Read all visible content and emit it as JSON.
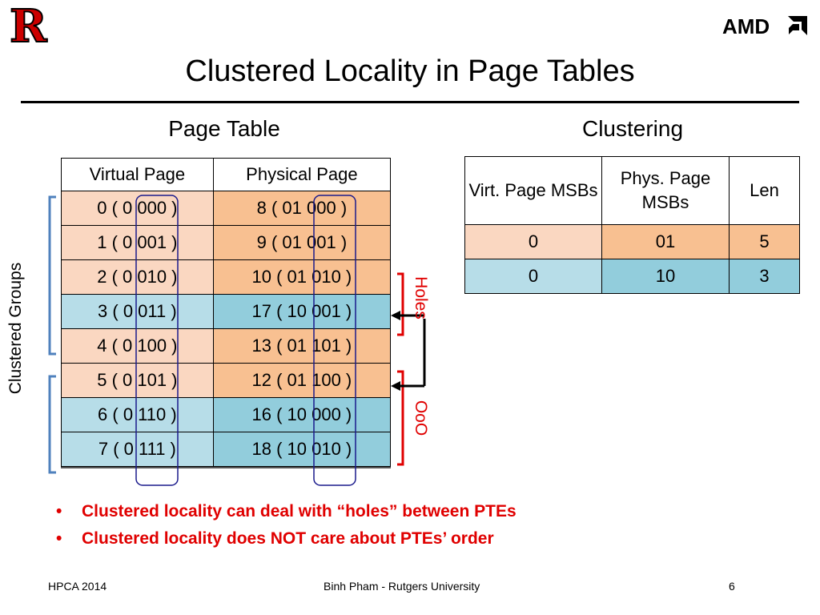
{
  "slide": {
    "title": "Clustered Locality in Page Tables",
    "page_table_heading": "Page Table",
    "clustering_heading": "Clustering"
  },
  "page_table": {
    "headers": [
      "Virtual Page",
      "Physical Page"
    ],
    "rows": [
      {
        "virtual": "0 ( 0 000 )",
        "physical": "8   ( 01 000 )",
        "color": "orange"
      },
      {
        "virtual": "1 ( 0 001 )",
        "physical": "9   ( 01 001 )",
        "color": "orange"
      },
      {
        "virtual": "2 ( 0 010 )",
        "physical": "10 ( 01 010 )",
        "color": "orange"
      },
      {
        "virtual": "3 ( 0 011 )",
        "physical": "17 ( 10 001 )",
        "color": "blue"
      },
      {
        "virtual": "4 ( 0 100 )",
        "physical": "13 ( 01 101 )",
        "color": "orange"
      },
      {
        "virtual": "5 ( 0 101 )",
        "physical": "12 ( 01 100 )",
        "color": "orange"
      },
      {
        "virtual": "6 ( 0 110 )",
        "physical": "16 ( 10 000 )",
        "color": "blue"
      },
      {
        "virtual": "7 ( 0 111 )",
        "physical": "18 ( 10 010 )",
        "color": "blue"
      }
    ]
  },
  "clustering_table": {
    "headers": [
      "Virt. Page MSBs",
      "Phys. Page MSBs",
      "Len"
    ],
    "rows": [
      {
        "virt": "0",
        "phys": "01",
        "len": "5",
        "color": "orange"
      },
      {
        "virt": "0",
        "phys": "10",
        "len": "3",
        "color": "blue"
      }
    ]
  },
  "annotations": {
    "clustered_groups": "Clustered Groups",
    "holes": "Holes",
    "ooo": "OoO"
  },
  "bullets": [
    "Clustered locality can deal with “holes” between PTEs",
    "Clustered locality does NOT care about PTEs’ order"
  ],
  "footer": {
    "left": "HPCA 2014",
    "center": "Binh Pham - Rutgers University",
    "right": "6"
  },
  "logos": {
    "left_logo_letter": "R",
    "right_logo_text": "AMD"
  },
  "colors": {
    "orange_light": "#fad7c1",
    "orange": "#f8c091",
    "blue_light": "#b7dde8",
    "blue": "#92cddc",
    "accent_red": "#e00000",
    "bracket_blue": "#4f81bd",
    "box_navy": "#1a1a8c"
  }
}
